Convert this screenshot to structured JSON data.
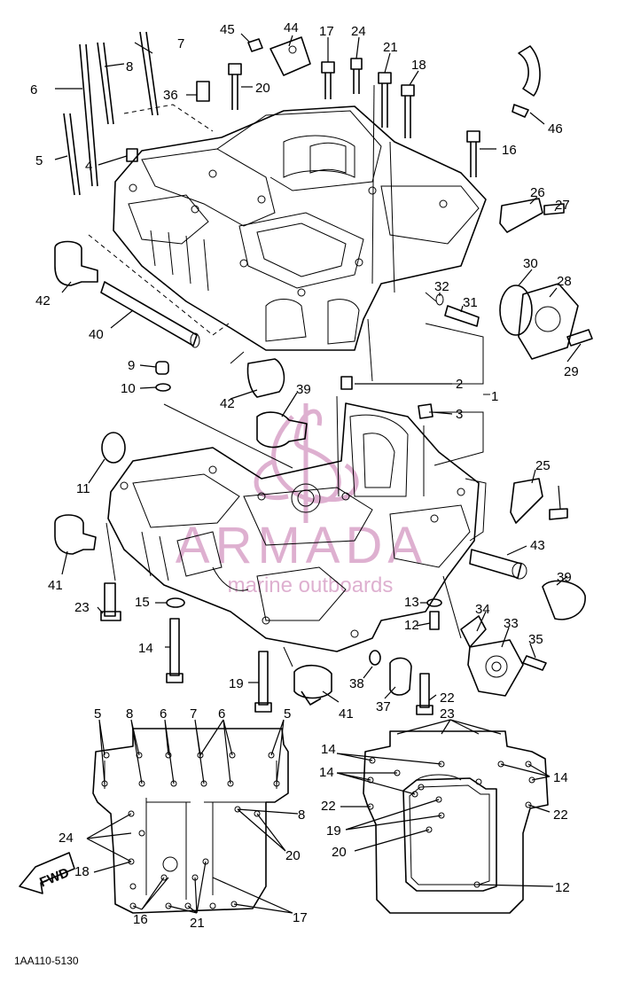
{
  "diagram": {
    "drawing_code": "1AA110-5130",
    "front_marker": "FWD",
    "watermark": {
      "brand": "ARMADA",
      "tagline": "marine outboards"
    },
    "labels": [
      {
        "id": "l1",
        "text": "1"
      },
      {
        "id": "l2",
        "text": "2"
      },
      {
        "id": "l3",
        "text": "3"
      },
      {
        "id": "l4",
        "text": "4"
      },
      {
        "id": "l5",
        "text": "5"
      },
      {
        "id": "l6",
        "text": "6"
      },
      {
        "id": "l7",
        "text": "7"
      },
      {
        "id": "l8",
        "text": "8"
      },
      {
        "id": "l9",
        "text": "9"
      },
      {
        "id": "l10",
        "text": "10"
      },
      {
        "id": "l11",
        "text": "11"
      },
      {
        "id": "l12",
        "text": "12"
      },
      {
        "id": "l13",
        "text": "13"
      },
      {
        "id": "l14",
        "text": "14"
      },
      {
        "id": "l15",
        "text": "15"
      },
      {
        "id": "l16",
        "text": "16"
      },
      {
        "id": "l17",
        "text": "17"
      },
      {
        "id": "l18",
        "text": "18"
      },
      {
        "id": "l19",
        "text": "19"
      },
      {
        "id": "l20",
        "text": "20"
      },
      {
        "id": "l21",
        "text": "21"
      },
      {
        "id": "l22",
        "text": "22"
      },
      {
        "id": "l23",
        "text": "23"
      },
      {
        "id": "l24",
        "text": "24"
      },
      {
        "id": "l25",
        "text": "25"
      },
      {
        "id": "l26",
        "text": "26"
      },
      {
        "id": "l27",
        "text": "27"
      },
      {
        "id": "l28",
        "text": "28"
      },
      {
        "id": "l29",
        "text": "29"
      },
      {
        "id": "l30",
        "text": "30"
      },
      {
        "id": "l31",
        "text": "31"
      },
      {
        "id": "l32",
        "text": "32"
      },
      {
        "id": "l33",
        "text": "33"
      },
      {
        "id": "l34",
        "text": "34"
      },
      {
        "id": "l35",
        "text": "35"
      },
      {
        "id": "l36",
        "text": "36"
      },
      {
        "id": "l37",
        "text": "37"
      },
      {
        "id": "l38",
        "text": "38"
      },
      {
        "id": "l39",
        "text": "39"
      },
      {
        "id": "l40",
        "text": "40"
      },
      {
        "id": "l41",
        "text": "41"
      },
      {
        "id": "l42",
        "text": "42"
      },
      {
        "id": "l43",
        "text": "43"
      },
      {
        "id": "l44",
        "text": "44"
      },
      {
        "id": "l45",
        "text": "45"
      },
      {
        "id": "l46",
        "text": "46"
      }
    ]
  }
}
